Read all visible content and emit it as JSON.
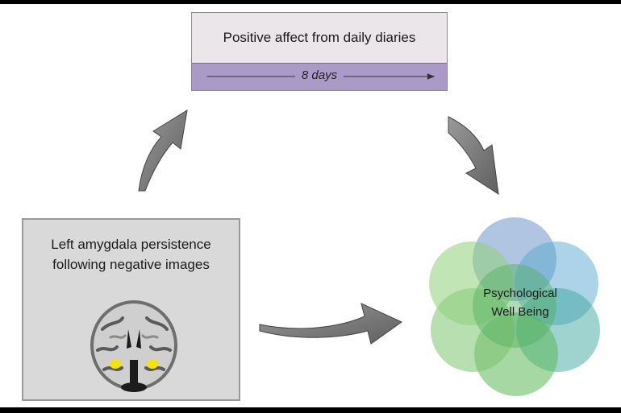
{
  "top_box": {
    "title": "Positive affect from daily diaries",
    "duration": "8 days"
  },
  "left_box": {
    "line1": "Left amygdala persistence",
    "line2": "following negative images"
  },
  "wellbeing": {
    "line1": "Psychological",
    "line2": "Well Being"
  },
  "colors": {
    "diary_bar": "#a99ac8",
    "arrow": "#7a7a7a",
    "amygdala_highlight": "#f2e20f",
    "petal_blue": "#6d95c9",
    "petal_green": "#5cb85a",
    "petal_teal": "#3ea8a0"
  }
}
